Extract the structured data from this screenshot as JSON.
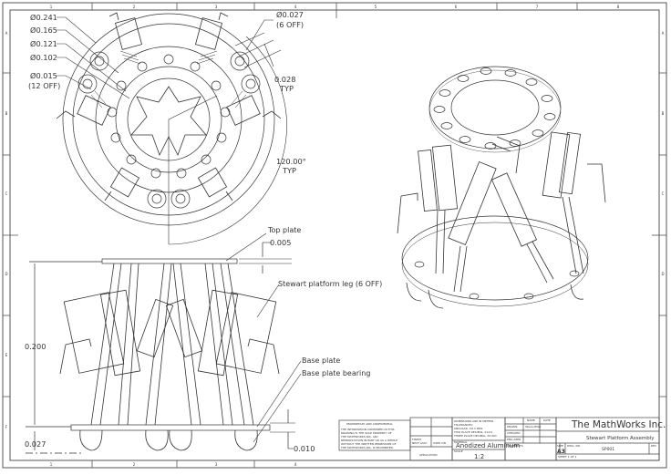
{
  "drawing": {
    "title": "Stewart Platform Assembly",
    "company": "The MathWorks Inc.",
    "border_zones": {
      "columns": [
        "1",
        "2",
        "3",
        "4",
        "5",
        "6",
        "7",
        "8"
      ],
      "bottom_columns": [
        "1",
        "2",
        "3",
        "4"
      ],
      "rows": [
        "A",
        "B",
        "C",
        "D",
        "E",
        "F"
      ]
    }
  },
  "top_view": {
    "callouts": [
      {
        "text": "Ø0.241"
      },
      {
        "text": "Ø0.165"
      },
      {
        "text": "Ø0.121"
      },
      {
        "text": "Ø0.102"
      },
      {
        "text": "Ø0.015",
        "sub": "(12 OFF)"
      }
    ],
    "hole_callout": {
      "text": "Ø0.027",
      "sub": "(6 OFF)"
    },
    "spacing": {
      "text": "0.028",
      "sub": "TYP"
    },
    "angle": {
      "text": "120.00°",
      "sub": "TYP"
    }
  },
  "front_view": {
    "labels": {
      "top_plate": "Top plate",
      "leg": "Stewart platform leg (6 OFF)",
      "base_plate": "Base plate",
      "base_bearing": "Base plate bearing"
    },
    "dimensions": {
      "top_plate_thickness": "0.005",
      "height": "0.200",
      "bearing_height": "0.027",
      "base_thickness": "0.010"
    }
  },
  "title_block": {
    "proprietary_heading": "PROPRIETARY AND CONFIDENTIAL",
    "proprietary_text": [
      "THE INFORMATION CONTAINED IN THIS",
      "DRAWING IS THE SOLE PROPERTY OF",
      "THE MATHWORKS INC. ANY",
      "REPRODUCTION IN PART OR AS A WHOLE",
      "WITHOUT THE WRITTEN PERMISSION OF",
      "THE MATHWORKS INC. IS PROHIBITED."
    ],
    "finish_label": "FINISH",
    "next_assy": "NEXT ASSY",
    "used_on": "USED ON",
    "application": "APPLICATION",
    "tolerance_lines": [
      "DIMENSIONS ARE IN METERS",
      "TOLERANCES:",
      "ANGULAR: ±0.1 DEG",
      "TWO PLACE DECIMAL ±0.01",
      "THREE PLACE DECIMAL ±0.001"
    ],
    "material_label": "MATERIAL",
    "material": "Anodized Aluminum",
    "scale_label": "SCALE",
    "scale": "1:2",
    "col_name": "NAME",
    "col_date": "DATE",
    "drawn": "DRAWN",
    "drawn_by": "Steve Miller",
    "checked": "CHECKED",
    "eng_appr": "ENG APPR",
    "comments": "COMMENTS:",
    "size_label": "SIZE",
    "size": "A3",
    "dwg_no_label": "DWG. NO.",
    "dwg_no": "SP001",
    "rev_label": "REV",
    "sheet_label": "SHEET 1 OF 1"
  }
}
